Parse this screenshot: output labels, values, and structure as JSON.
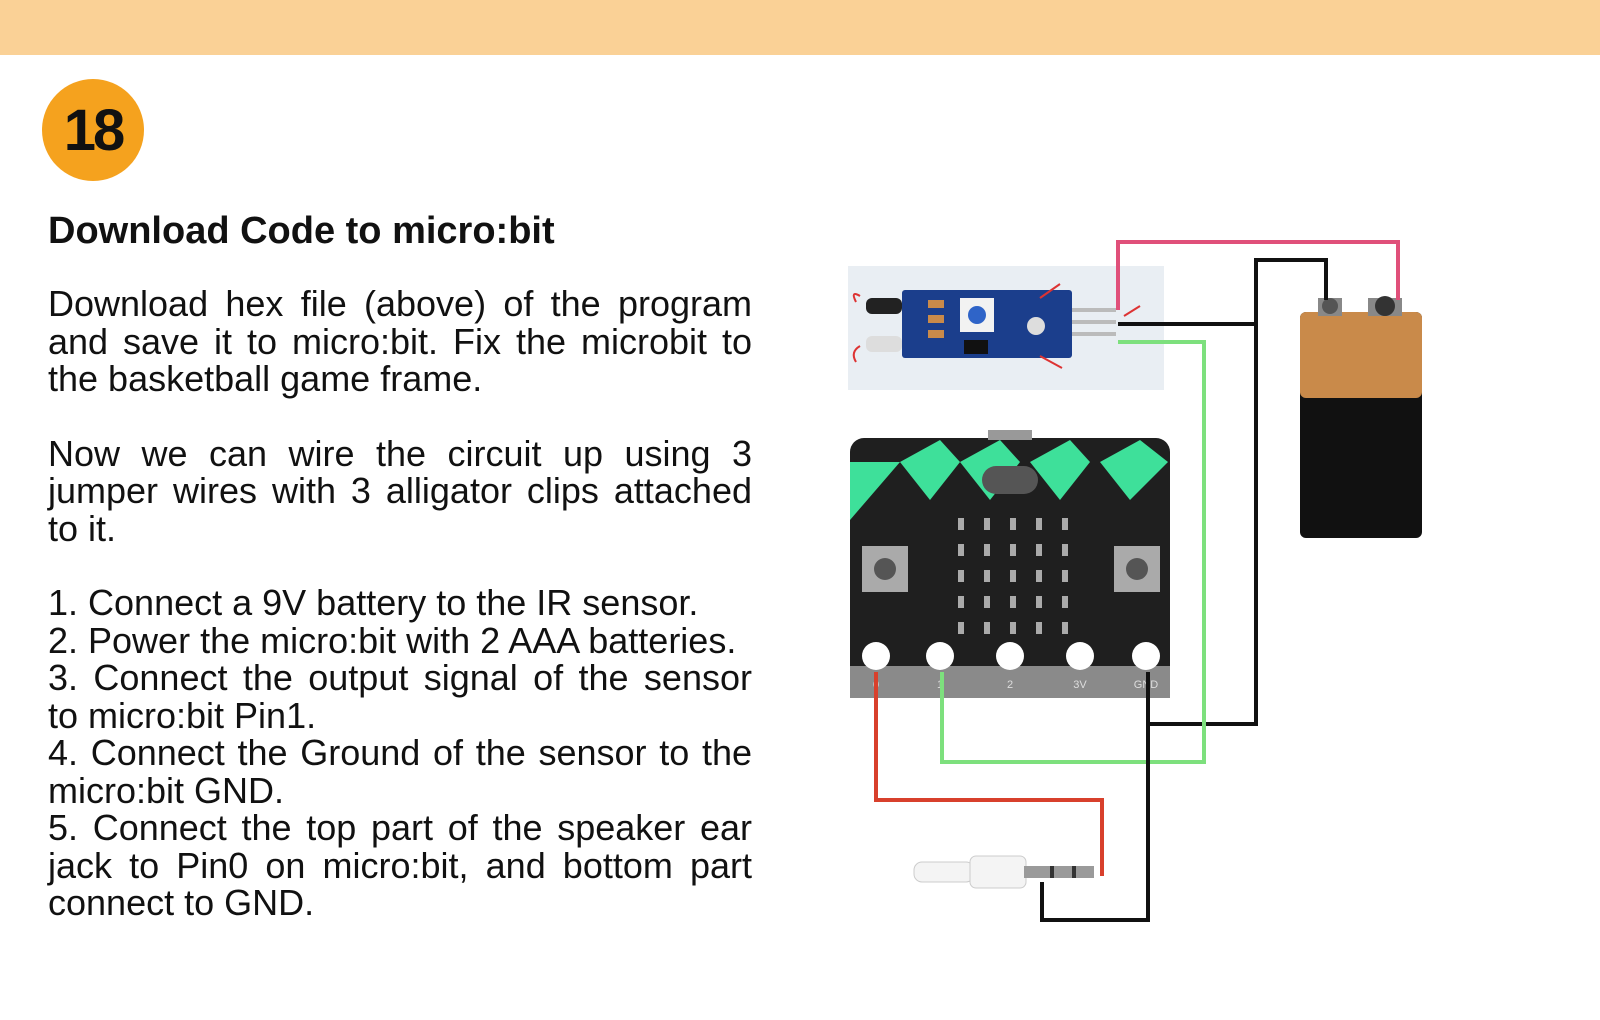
{
  "step": {
    "number": "18"
  },
  "section": {
    "title": "Download Code to micro:bit",
    "paragraph_1": "Download hex file (above) of the program and save it to micro:bit. Fix the microbit to the basketball game frame.",
    "paragraph_2": "Now we can wire the circuit up using 3 jumper wires with 3 alligator clips attached to it.",
    "steps": [
      "1.  Connect a 9V battery to the IR sensor.",
      "2.  Power the micro:bit with 2 AAA batteries.",
      "3. Connect the output signal of the sensor to micro:bit Pin1.",
      "4. Connect the Ground of the sensor to the micro:bit GND.",
      "5. Connect the top part of the speaker ear jack to Pin0 on micro:bit, and bottom part connect to GND."
    ]
  },
  "diagram": {
    "pin_labels": [
      "0",
      "1",
      "2",
      "3V",
      "GND"
    ],
    "colors": {
      "red_wire": "#d8402c",
      "pink_wire": "#e0507a",
      "green_wire": "#7de07d",
      "black_wire": "#111111",
      "board": "#1f1f1f",
      "accent": "#3ee09a",
      "sensor_board": "#1b3e8c",
      "battery_cap": "#c98a4a"
    }
  }
}
